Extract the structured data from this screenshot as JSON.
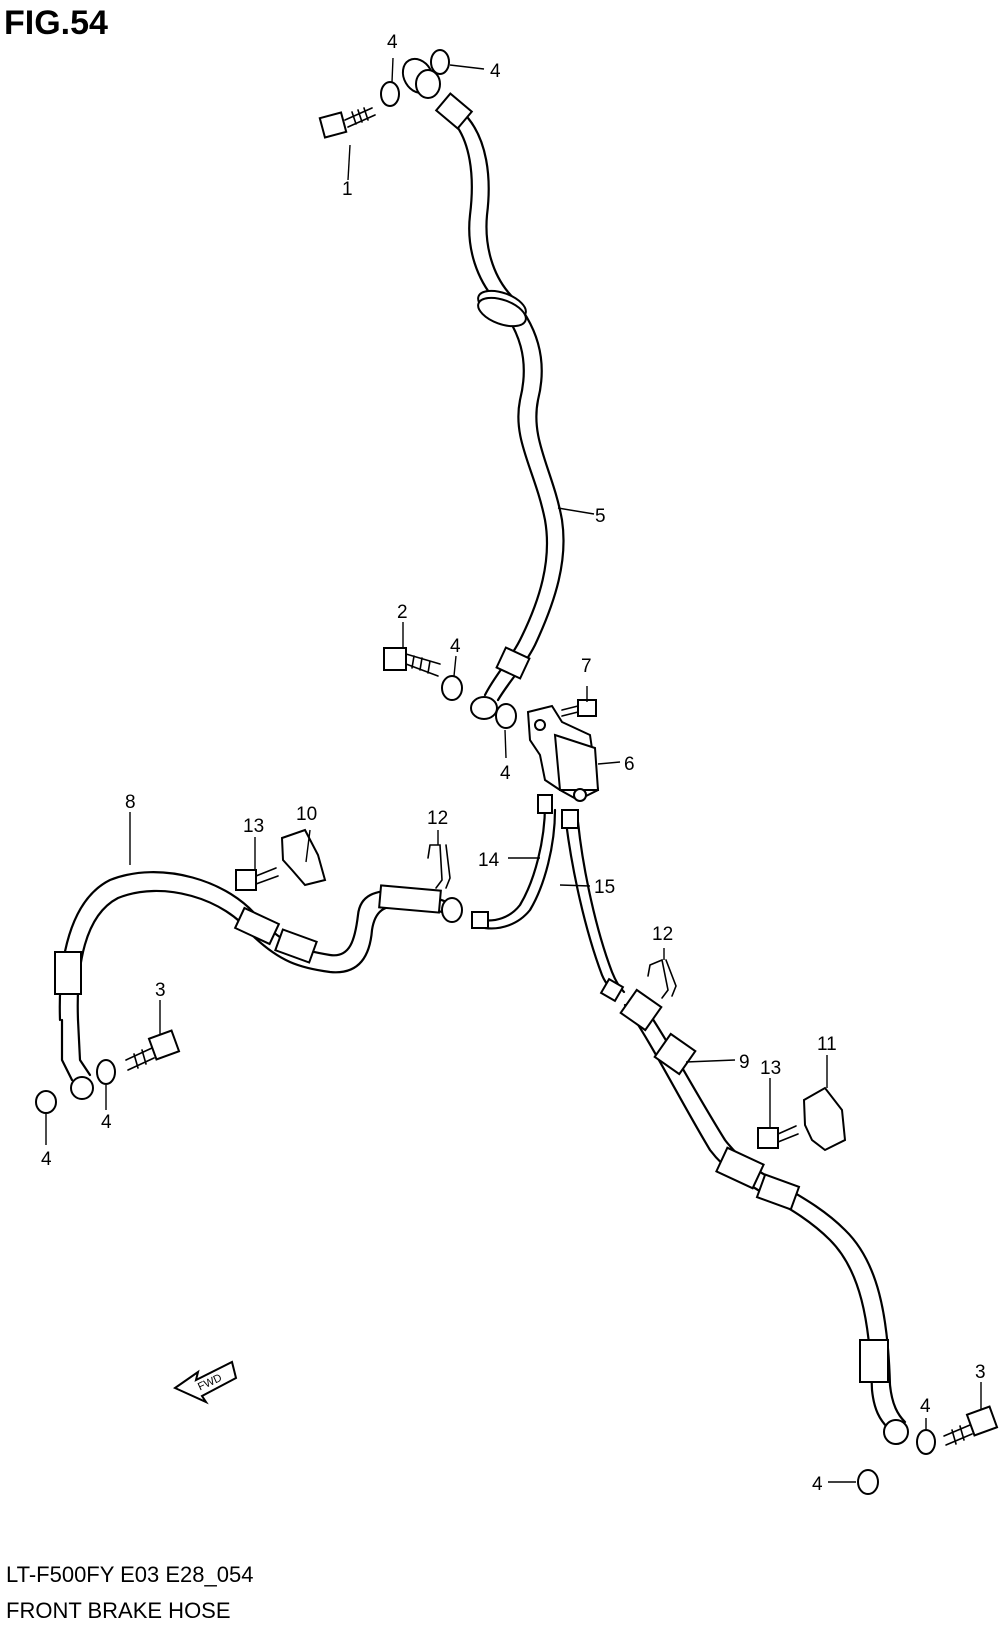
{
  "figure": {
    "title": "FIG.54"
  },
  "footer": {
    "model_code": "LT-F500FY E03 E28_054",
    "description": "FRONT BRAKE  HOSE"
  },
  "fwd_label": "FWD",
  "callouts": {
    "c1": "1",
    "c2": "2",
    "c3a": "3",
    "c3b": "3",
    "c4a": "4",
    "c4b": "4",
    "c4c": "4",
    "c4d": "4",
    "c4e": "4",
    "c4f": "4",
    "c4g": "4",
    "c4h": "4",
    "c5": "5",
    "c6": "6",
    "c7": "7",
    "c8": "8",
    "c9": "9",
    "c10": "10",
    "c11": "11",
    "c12a": "12",
    "c12b": "12",
    "c13a": "13",
    "c13b": "13",
    "c14": "14",
    "c15": "15"
  }
}
